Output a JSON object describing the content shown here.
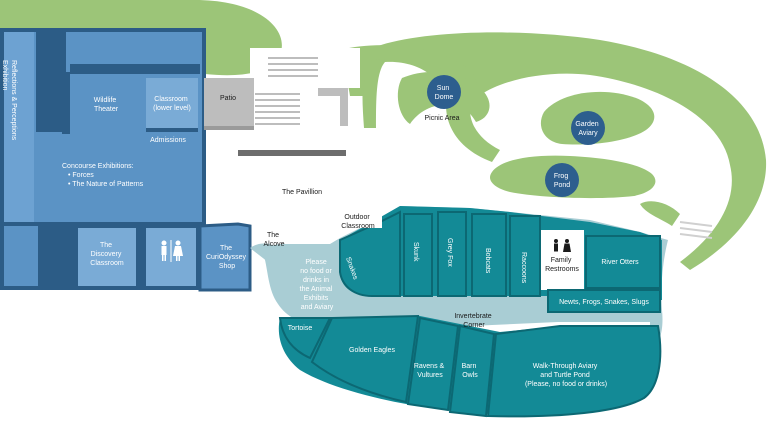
{
  "colors": {
    "bg": "#ffffff",
    "green": "#9cc578",
    "building_blue": "#5b93c5",
    "building_dark": "#2c5c86",
    "building_light": "#7aabd6",
    "teal": "#138a96",
    "teal_dark": "#0c6873",
    "corridor": "#a9cdd4",
    "gray": "#bdbdbd",
    "dome_blue": "#2d5e8e"
  },
  "icons": {
    "restroom": "restroom-icon"
  },
  "labels": {
    "reflections": [
      "Reflections & Perceptions",
      "Exhibition"
    ],
    "wildlife_theater": [
      "Wildlife",
      "Theater"
    ],
    "classroom_lower": [
      "Classroom",
      "(lower level)"
    ],
    "admissions": "Admissions",
    "patio": "Patio",
    "concourse": [
      "Concourse Exhibitions:",
      "• Forces",
      "• The Nature of Patterns"
    ],
    "discovery": [
      "The",
      "Discovery",
      "Classroom"
    ],
    "curiodyssey_shop": [
      "The",
      "CuriOdyssey",
      "Shop"
    ],
    "pavillion": "The Pavillion",
    "alcove": [
      "The",
      "Alcove"
    ],
    "outdoor_classroom": [
      "Outdoor",
      "Classroom"
    ],
    "no_food": [
      "Please",
      "no food or",
      "drinks in",
      "the Animal",
      "Exhibits",
      "and Aviary"
    ],
    "snakes": "Snakes",
    "skunk": "Skunk",
    "grey_fox": "Grey Fox",
    "bobcats": "Bobcats",
    "raccoons": "Raccoons",
    "family_restrooms": [
      "Family",
      "Restrooms"
    ],
    "river_otters": "River Otters",
    "newts": "Newts, Frogs, Snakes, Slugs",
    "invertebrate": [
      "Invertebrate",
      "Corner"
    ],
    "tortoise": "Tortoise",
    "golden_eagles": "Golden Eagles",
    "ravens": [
      "Ravens &",
      "Vultures"
    ],
    "barn_owls": [
      "Barn",
      "Owls"
    ],
    "walkthrough": [
      "Walk-Through Aviary",
      "and Turtle Pond",
      "(Please, no food or drinks)"
    ],
    "sun_dome": [
      "Sun",
      "Dome"
    ],
    "picnic_area": "Picnic Area",
    "garden_aviary": [
      "Garden",
      "Aviary"
    ],
    "frog_pond": [
      "Frog",
      "Pond"
    ]
  }
}
